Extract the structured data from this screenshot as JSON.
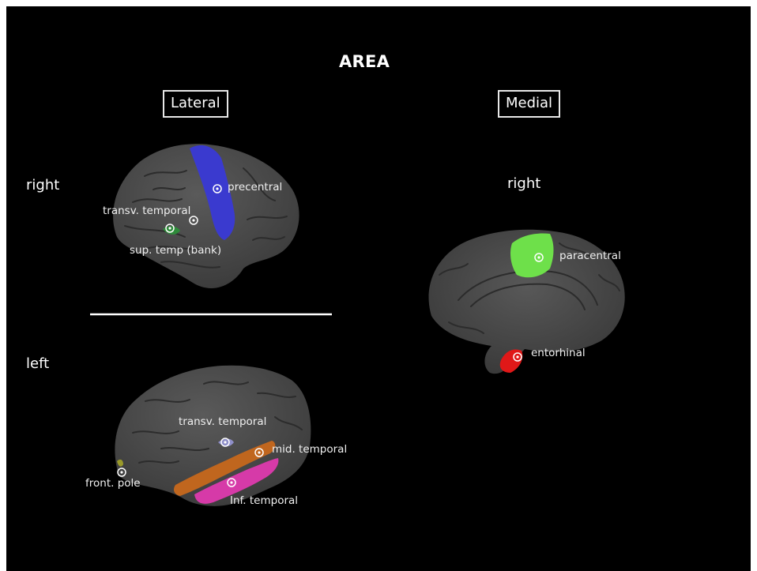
{
  "title": "AREA",
  "views": {
    "lateral": "Lateral",
    "medial": "Medial"
  },
  "hemispheres": {
    "lateral_right": "right",
    "lateral_left": "left",
    "medial_right": "right"
  },
  "regions": {
    "precentral": "precentral",
    "transv_temporal_right": "transv. temporal",
    "sup_temp_bank": "sup. temp (bank)",
    "transv_temporal_left": "transv. temporal",
    "mid_temporal": "mid. temporal",
    "front_pole": "front. pole",
    "inf_temporal": "Inf. temporal",
    "paracentral": "paracentral",
    "entorhinal": "entorhinal"
  },
  "colors": {
    "background": "#000000",
    "brain": "#4a4a4a",
    "sulcus": "#2e2e2e",
    "precentral": "#3a3acf",
    "sup_temp_bank": "#2e8b3a",
    "transv_temporal": "#8f8fc9",
    "mid_temporal": "#c0661e",
    "inf_temporal": "#d63aa8",
    "front_pole": "#9a9a2a",
    "paracentral": "#6ee04a",
    "entorhinal": "#e01818"
  }
}
